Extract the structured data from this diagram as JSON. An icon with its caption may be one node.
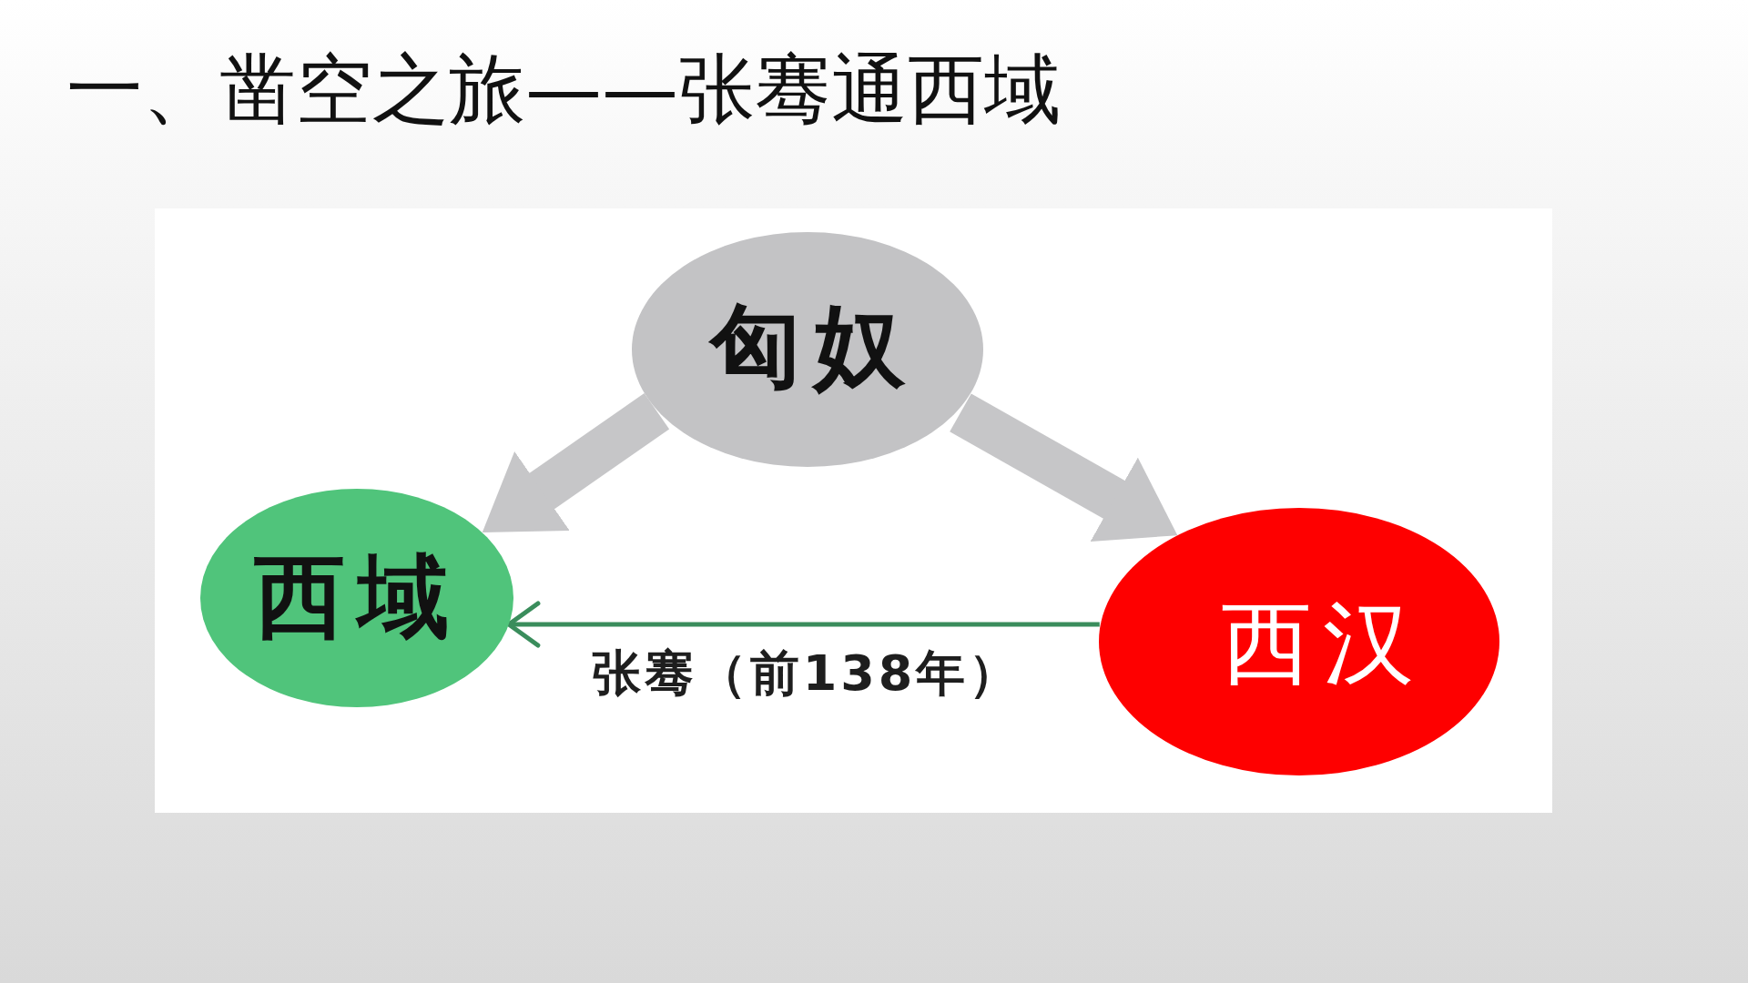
{
  "diagram": {
    "title": "一、凿空之旅——张骞通西域",
    "nodes": [
      {
        "text": [
          "匈奴"
        ]
      },
      {
        "text": [
          "西域"
        ]
      },
      {
        "text": [
          "西汉"
        ]
      }
    ],
    "edges": [
      {
        "from": 0,
        "to": 1,
        "arrow": "to"
      },
      {
        "from": 0,
        "to": 2,
        "arrow": "to"
      },
      {
        "from": 2,
        "to": 1,
        "arrow": "to",
        "label": "张骞（前138年）",
        "color": "#3a8d5c"
      }
    ]
  }
}
